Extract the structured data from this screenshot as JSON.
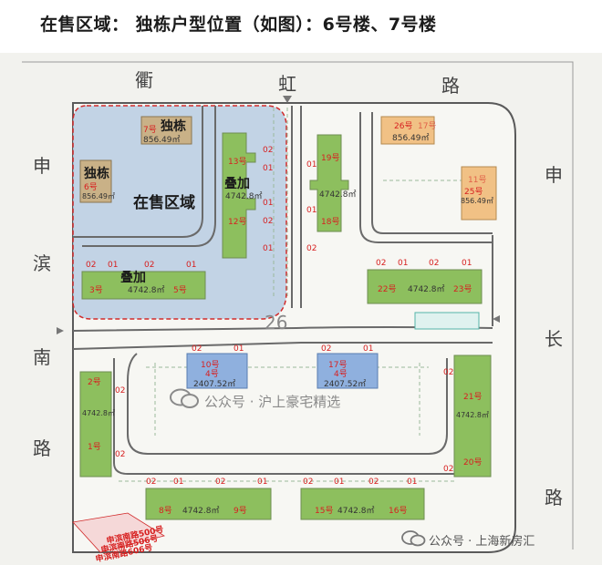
{
  "header": {
    "title": "在售区域：   独栋户型位置（如图）：6号楼、7号楼"
  },
  "roads": {
    "north": [
      "衢",
      "虹",
      "路"
    ],
    "west": [
      "申",
      "滨",
      "南",
      "路"
    ],
    "east": [
      "申",
      "长",
      "路"
    ],
    "east_bottom": "路"
  },
  "lot_number": "26",
  "sale_area_label": "在售区域",
  "buildings": {
    "b7": {
      "label": "7号",
      "area": "856.49㎡",
      "type": "独栋"
    },
    "b6": {
      "label": "6号",
      "area": "856.49㎡",
      "type": "独栋"
    },
    "b13_12": {
      "top": "13号",
      "bottom": "12号",
      "area": "4742.8㎡",
      "type": "叠加"
    },
    "b3_5": {
      "left": "3号",
      "right": "5号",
      "area": "4742.8㎡",
      "type": "叠加"
    },
    "b19_18": {
      "top": "19号",
      "bottom": "18号",
      "area": "4742.8㎡"
    },
    "b26": {
      "label": "26号",
      "label2": "17号",
      "area": "856.49㎡"
    },
    "b25": {
      "label": "25号",
      "label2": "11号",
      "area": "856.49㎡"
    },
    "b22_23": {
      "left": "22号",
      "right": "23号",
      "area": "4742.8㎡"
    },
    "b10": {
      "label": "10号",
      "label2": "4号",
      "area": "2407.52㎡"
    },
    "b17": {
      "label": "17号",
      "label2": "4号",
      "area": "2407.52㎡"
    },
    "b2_1": {
      "top": "2号",
      "bottom": "1号",
      "area": "4742.8㎡"
    },
    "b21_20": {
      "top": "21号",
      "bottom": "20号",
      "area": "4742.8㎡"
    },
    "b8_9": {
      "left": "8号",
      "right": "9号",
      "area": "4742.8㎡"
    },
    "b15_16": {
      "left": "15号",
      "right": "16号",
      "area": "4742.8㎡"
    }
  },
  "unit_codes": {
    "a": "01",
    "b": "02"
  },
  "address": {
    "line1": "申滨南路500号",
    "line2": "申滨南路506号",
    "line3": "申滨南路606号"
  },
  "watermarks": {
    "center": "公众号 · 沪上豪宅精选",
    "bottom": "公众号 · 上海新房汇"
  },
  "colors": {
    "green": "#8dbf5e",
    "beige": "#c9b187",
    "orange": "#f1c185",
    "blue": "#8fb0de",
    "sale_fill": "#b9cce2",
    "sale_border": "#d12a2a",
    "road": "#6a6a6a"
  }
}
